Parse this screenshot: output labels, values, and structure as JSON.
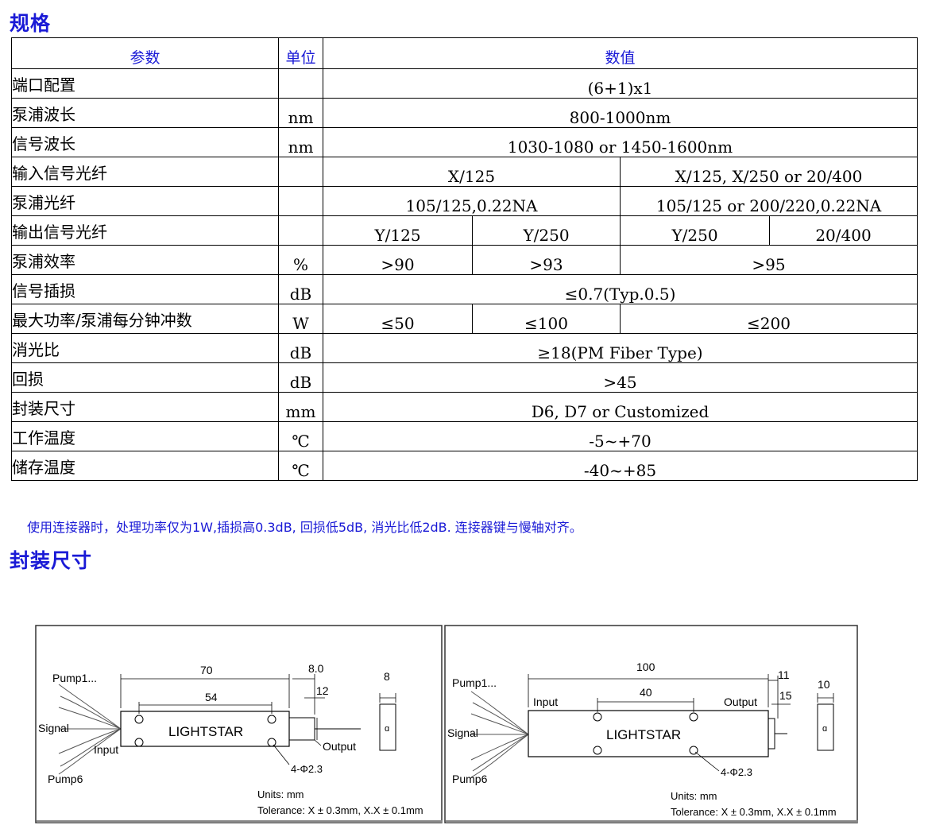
{
  "section_spec_title": "规格",
  "section_pkg_title": "封装尺寸",
  "table": {
    "headers": [
      "参数",
      "单位",
      "数值"
    ],
    "rows": {
      "port": {
        "name": "端口配置",
        "unit": "",
        "vals": [
          "(6+1)x1"
        ]
      },
      "pumpwl": {
        "name": "泵浦波长",
        "unit": "nm",
        "vals": [
          "800-1000nm"
        ]
      },
      "sigwl": {
        "name": "信号波长",
        "unit": "nm",
        "vals": [
          "1030-1080 or 1450-1600nm"
        ]
      },
      "infib": {
        "name": "输入信号光纤",
        "unit": "",
        "vals": [
          "X/125",
          "X/125, X/250 or 20/400"
        ]
      },
      "pumpfib": {
        "name": "泵浦光纤",
        "unit": "",
        "vals": [
          "105/125,0.22NA",
          "105/125 or 200/220,0.22NA"
        ]
      },
      "outfib": {
        "name": "输出信号光纤",
        "unit": "",
        "vals": [
          "Y/125",
          "Y/250",
          "Y/250",
          "20/400"
        ]
      },
      "eff": {
        "name": "泵浦效率",
        "unit": "%",
        "vals": [
          ">90",
          ">93",
          ">95"
        ]
      },
      "il": {
        "name": "信号插损",
        "unit": "dB",
        "vals": [
          "≤0.7(Typ.0.5)"
        ]
      },
      "power": {
        "name": "最大功率/泵浦每分钟冲数",
        "unit": "W",
        "vals": [
          "≤50",
          "≤100",
          "≤200"
        ]
      },
      "er": {
        "name": "消光比",
        "unit": "dB",
        "vals": [
          "≥18(PM Fiber Type)"
        ]
      },
      "rl": {
        "name": "回损",
        "unit": "dB",
        "vals": [
          ">45"
        ]
      },
      "pkg": {
        "name": "封装尺寸",
        "unit": "mm",
        "vals": [
          "D6, D7 or Customized"
        ]
      },
      "optemp": {
        "name": "工作温度",
        "unit": "℃",
        "vals": [
          "-5~+70"
        ]
      },
      "sttemp": {
        "name": "储存温度",
        "unit": "℃",
        "vals": [
          "-40~+85"
        ]
      }
    }
  },
  "note": "使用连接器时，处理功率仅为1W,插损高0.3dB, 回损低5dB, 消光比低2dB. 连接器键与慢轴对齐。",
  "drawing_d6": {
    "pump_top": "Pump1...",
    "signal": "Signal",
    "input": "Input",
    "pump_bottom": "Pump6",
    "brand": "LIGHTSTAR",
    "output": "Output",
    "hole": "4-Φ2.3",
    "dim_total": "70",
    "dim_inner": "54",
    "dim_end": "8.0",
    "dim_height": "12",
    "dim_width": "8",
    "units": "Units: mm",
    "tolerance": "Tolerance: X ± 0.3mm, X.X ± 0.1mm"
  },
  "drawing_d7": {
    "pump_top": "Pump1...",
    "signal": "Signal",
    "input": "Input",
    "pump_bottom": "Pump6",
    "brand": "LIGHTSTAR",
    "output": "Output",
    "hole": "4-Φ2.3",
    "dim_total": "100",
    "dim_inner": "40",
    "dim_end": "11",
    "dim_height": "15",
    "dim_width": "10",
    "units": "Units: mm",
    "tolerance": "Tolerance: X ± 0.3mm, X.X ± 0.1mm"
  }
}
